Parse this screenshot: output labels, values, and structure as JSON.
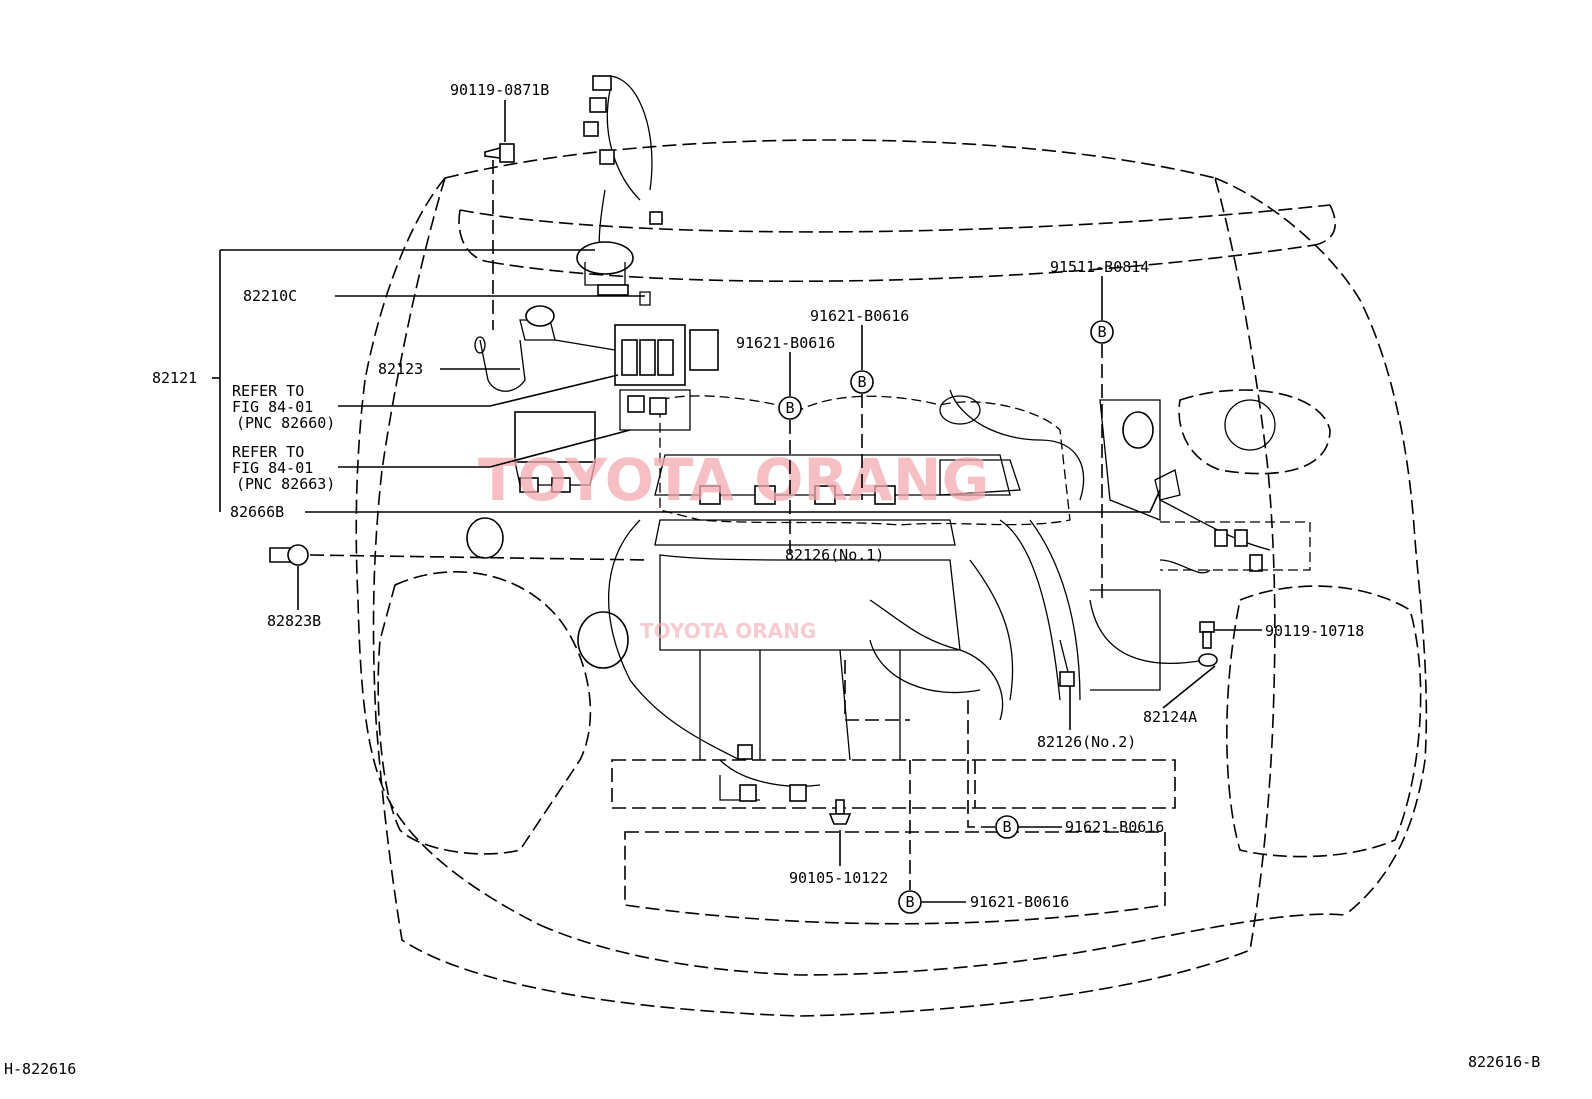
{
  "watermark": {
    "main": "TOYOTA ORANG",
    "secondary": "TOYOTA ORANG",
    "color": "#f2a9b0"
  },
  "bolt_symbol": "B",
  "labels": {
    "p90119_0871b": "90119-0871B",
    "p82210c": "82210C",
    "p82121": "82121",
    "p82123": "82123",
    "refer1_l1": "REFER TO",
    "refer1_l2": "FIG 84-01",
    "refer1_l3": "(PNC 82660)",
    "refer2_l1": "REFER TO",
    "refer2_l2": "FIG 84-01",
    "refer2_l3": "(PNC 82663)",
    "p82666b": "82666B",
    "p82823b": "82823B",
    "p91621_a": "91621-B0616",
    "p91621_b": "91621-B0616",
    "p91511": "91511-B0814",
    "p82126_no1": "82126(No.1)",
    "p90119_10718": "90119-10718",
    "p82124a": "82124A",
    "p82126_no2": "82126(No.2)",
    "p91621_c": "91621-B0616",
    "p90105": "90105-10122",
    "p91621_d": "91621-B0616",
    "code_left": "H-822616",
    "code_right": "822616-B"
  }
}
